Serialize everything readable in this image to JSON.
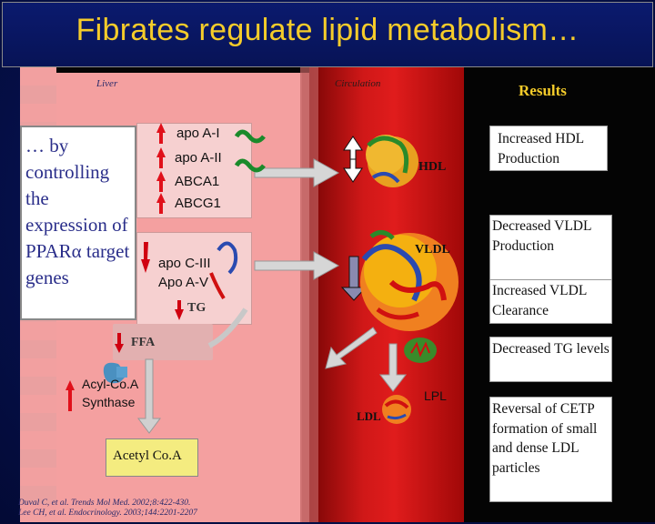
{
  "title": "Fibrates regulate lipid metabolism…",
  "labels": {
    "liver": "Liver",
    "circulation": "Circulation",
    "results": "Results"
  },
  "controlling_text": "… by controlling the expression of PPARα target genes",
  "genes_up": [
    "apo A-I",
    "apo A-II",
    "ABCA1",
    "ABCG1"
  ],
  "genes_down": [
    "apo C-III",
    "Apo A-V"
  ],
  "tg": "TG",
  "ffa": "FFA",
  "acyl_coa": "Acyl-Co.A Synthase",
  "acetyl_coa": "Acetyl Co.A",
  "lipoproteins": {
    "hdl": "HDL",
    "vldl": "VLDL",
    "ldl": "LDL",
    "lpl": "LPL"
  },
  "results": [
    "Increased HDL Production",
    "Decreased VLDL Production",
    "Increased VLDL Clearance",
    "Decreased TG levels",
    "Reversal of CETP formation of small and dense LDL particles"
  ],
  "references": [
    "Duval C, et al. Trends Mol Med. 2002;8:422-430.",
    "Lee CH, et al. Endocrinology. 2003;144:2201-2207"
  ],
  "colors": {
    "title": "#f5cc2a",
    "up_arrow": "#e0101a",
    "down_arrow": "#d00010",
    "vessel": "#d01818"
  }
}
